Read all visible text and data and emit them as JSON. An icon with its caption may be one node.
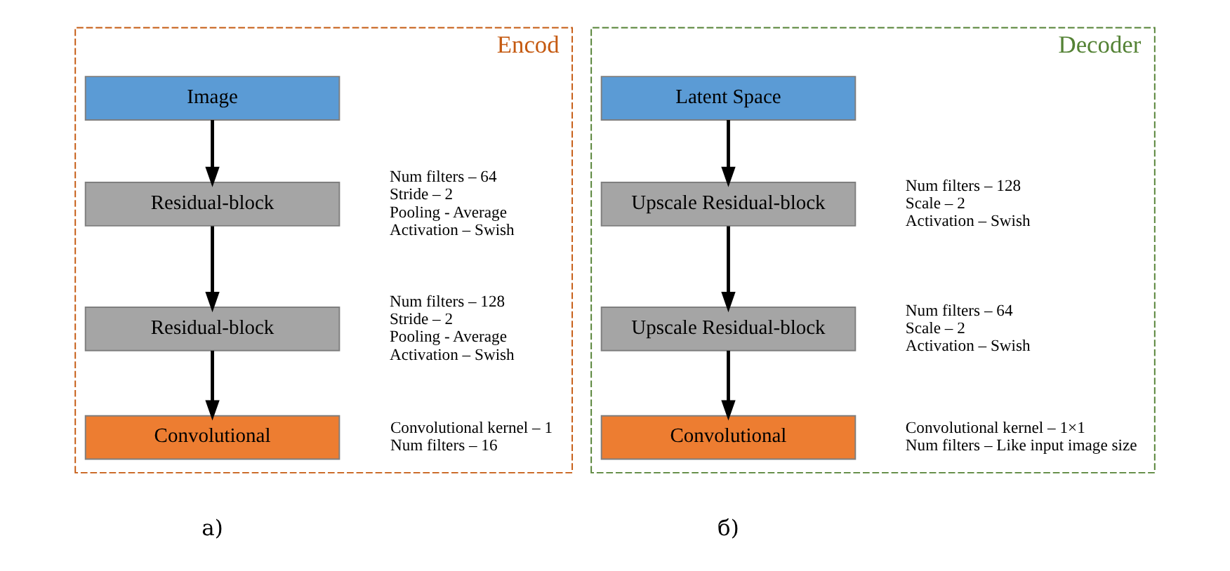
{
  "diagram": {
    "nodes": [
      {
        "text": [
          "Encod"
        ]
      },
      {
        "text": [
          "Image"
        ],
        "in": 0
      },
      {
        "text": [
          "Residual-block"
        ],
        "in": 0,
        "beside": [
          "Num filters – 64",
          "Stride – 2",
          "Pooling - Average",
          "Activation – Swish"
        ]
      },
      {
        "text": [
          "Residual-block"
        ],
        "in": 0,
        "beside": [
          "Num filters – 128",
          "Stride – 2",
          "Pooling - Average",
          "Activation – Swish"
        ]
      },
      {
        "text": [
          "Convolutional"
        ],
        "in": 0,
        "beside": [
          "Convolutional kernel – 1",
          "Num filters – 16"
        ]
      },
      {
        "text": [
          "Decoder"
        ]
      },
      {
        "text": [
          "Latent Space"
        ],
        "in": 5
      },
      {
        "text": [
          "Upscale Residual-block"
        ],
        "in": 5,
        "beside": [
          "Num filters – 128",
          "Scale – 2",
          "Activation – Swish"
        ]
      },
      {
        "text": [
          "Upscale Residual-block"
        ],
        "in": 5,
        "beside": [
          "Num filters – 64",
          "Scale – 2",
          "Activation – Swish"
        ]
      },
      {
        "text": [
          "Convolutional"
        ],
        "in": 5,
        "beside": [
          "Convolutional kernel – 1×1",
          "Num filters – Like input image size"
        ]
      }
    ],
    "edges": [
      {
        "from": 1,
        "to": 2,
        "arrow": "to"
      },
      {
        "from": 2,
        "to": 3,
        "arrow": "to"
      },
      {
        "from": 3,
        "to": 4,
        "arrow": "to"
      },
      {
        "from": 6,
        "to": 7,
        "arrow": "to"
      },
      {
        "from": 7,
        "to": 8,
        "arrow": "to"
      },
      {
        "from": 8,
        "to": 9,
        "arrow": "to"
      }
    ],
    "labels": [
      "a)",
      "б)"
    ]
  }
}
